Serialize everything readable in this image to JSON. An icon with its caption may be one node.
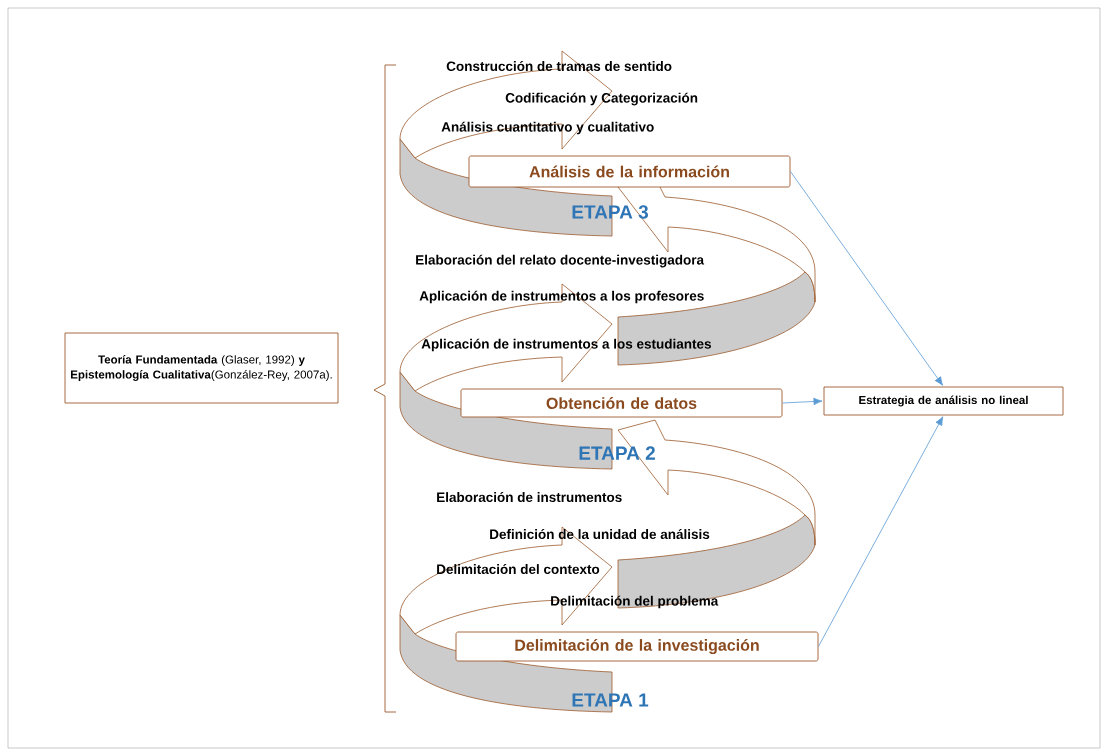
{
  "diagram": {
    "nodes": [
      {
        "text": [
          "**Teoría Fundamentada** (Glaser, 1992) **y Epistemología Cualitativa**(González-Rey, 2007a)."
        ]
      },
      {
        "text": [
          "Análisis de la información"
        ]
      },
      {
        "text": [
          "Obtención de datos"
        ]
      },
      {
        "text": [
          "Delimitación de la investigación"
        ]
      },
      {
        "text": [
          "Estrategia de análisis no lineal"
        ]
      }
    ],
    "edges": [
      {
        "from": 1,
        "to": 4,
        "arrow": "to"
      },
      {
        "from": 2,
        "to": 4,
        "arrow": "to"
      },
      {
        "from": 3,
        "to": 4,
        "arrow": "to"
      }
    ],
    "labels": [
      "Construcción de tramas de sentido",
      "Codificación y Categorización",
      "Análisis cuantitativo y cualitativo",
      "ETAPA 3",
      "Elaboración del relato docente-investigadora",
      "Aplicación de instrumentos a los profesores",
      "Aplicación de instrumentos a los estudiantes",
      "ETAPA 2",
      "Elaboración de instrumentos",
      "Definición de la unidad de análisis",
      "Delimitación del contexto",
      "Delimitación del problema",
      "ETAPA 1"
    ]
  }
}
